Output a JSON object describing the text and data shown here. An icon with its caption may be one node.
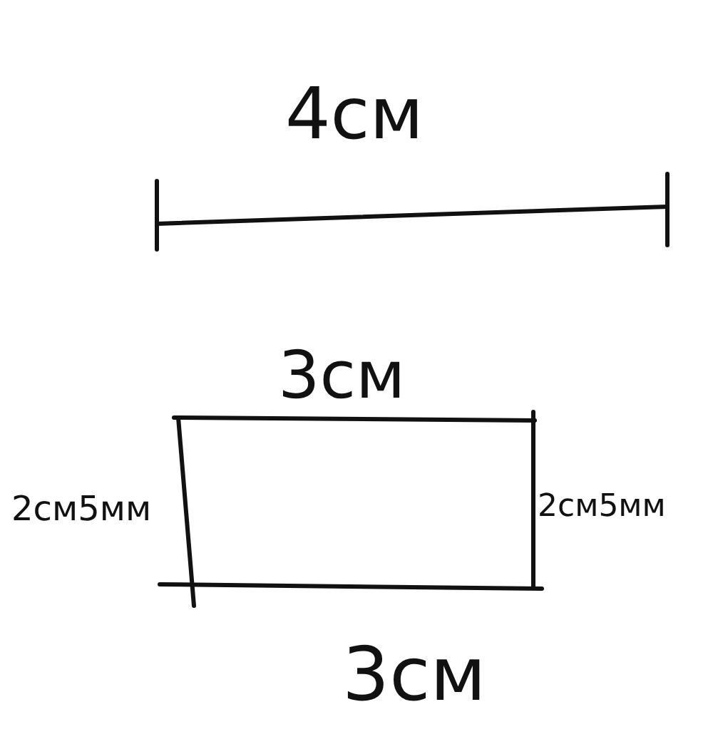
{
  "diagram": {
    "labels": [
      "4см",
      "3см",
      "2см5мм",
      "2см5мм",
      "3см"
    ]
  }
}
